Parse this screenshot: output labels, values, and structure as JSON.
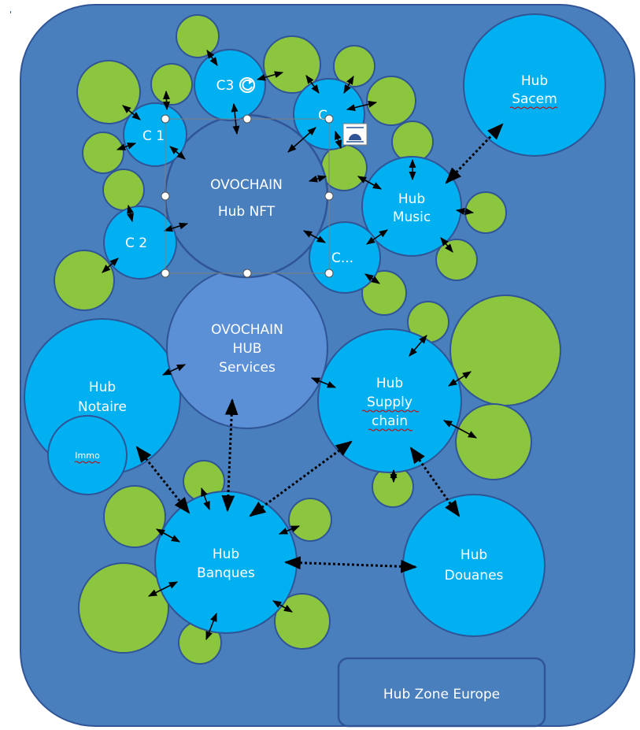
{
  "colors": {
    "zone_fill": "#4a7fbd",
    "zone_stroke": "#2f5597",
    "hub_fill": "#00b0f0",
    "hub_stroke": "#2f5597",
    "core_fill": "#5b8fd6",
    "satellite_fill": "#8cc63f",
    "satellite_stroke": "#2f5597",
    "arrow": "#000000",
    "selection_frame": "#7f7f7f"
  },
  "mark": "'",
  "zone": {
    "label": "Hub Zone Europe"
  },
  "nft_hub": {
    "line1": "OVOCHAIN",
    "line2": "Hub NFT"
  },
  "services_hub": {
    "line1": "OVOCHAIN",
    "line2": "HUB",
    "line3": "Services"
  },
  "clients": {
    "c1": "C 1",
    "c2": "C 2",
    "c3": "C3",
    "c4": "C",
    "c5": "C..."
  },
  "hubs": {
    "sacem": {
      "line1": "Hub",
      "line2": "Sacem"
    },
    "music": {
      "line1": "Hub",
      "line2": "Music"
    },
    "notaire": {
      "line1": "Hub",
      "line2": "Notaire"
    },
    "immo": {
      "label": "Immo"
    },
    "supply": {
      "line1": "Hub",
      "line2": "Supply",
      "line3": "chain"
    },
    "banques": {
      "line1": "Hub",
      "line2": "Banques"
    },
    "douanes": {
      "line1": "Hub",
      "line2": "Douanes"
    }
  },
  "icons": {
    "rotate": "rotate-icon",
    "layout_options": "layout-options-icon"
  }
}
